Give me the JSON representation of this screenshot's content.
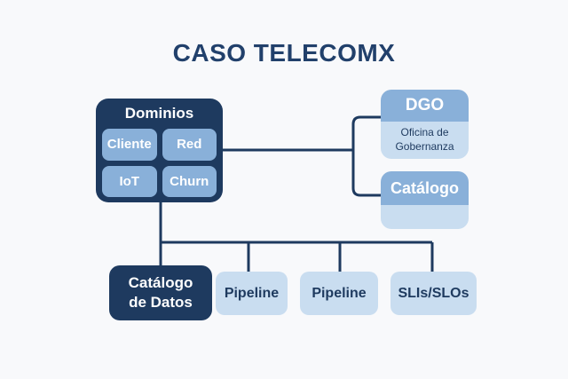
{
  "title": "CASO TELECOMX",
  "palette": {
    "bg": "#f8f9fb",
    "dark": "#1e3a5f",
    "medium": "#89b0d9",
    "light": "#c9ddf0",
    "line": "#1e3a5f",
    "title_color": "#21406b"
  },
  "dominios": {
    "label": "Dominios",
    "cells": [
      "Cliente",
      "Red",
      "IoT",
      "Churn"
    ]
  },
  "dgo": {
    "header": "DGO",
    "body": "Oficina de Gobernanza"
  },
  "catalogo": {
    "header": "Catálogo",
    "body": ""
  },
  "bottom_row": {
    "catalogo_datos": "Catálogo de Datos",
    "pipeline_1": "Pipeline",
    "pipeline_2": "Pipeline",
    "slis_slos": "SLIs/SLOs"
  }
}
